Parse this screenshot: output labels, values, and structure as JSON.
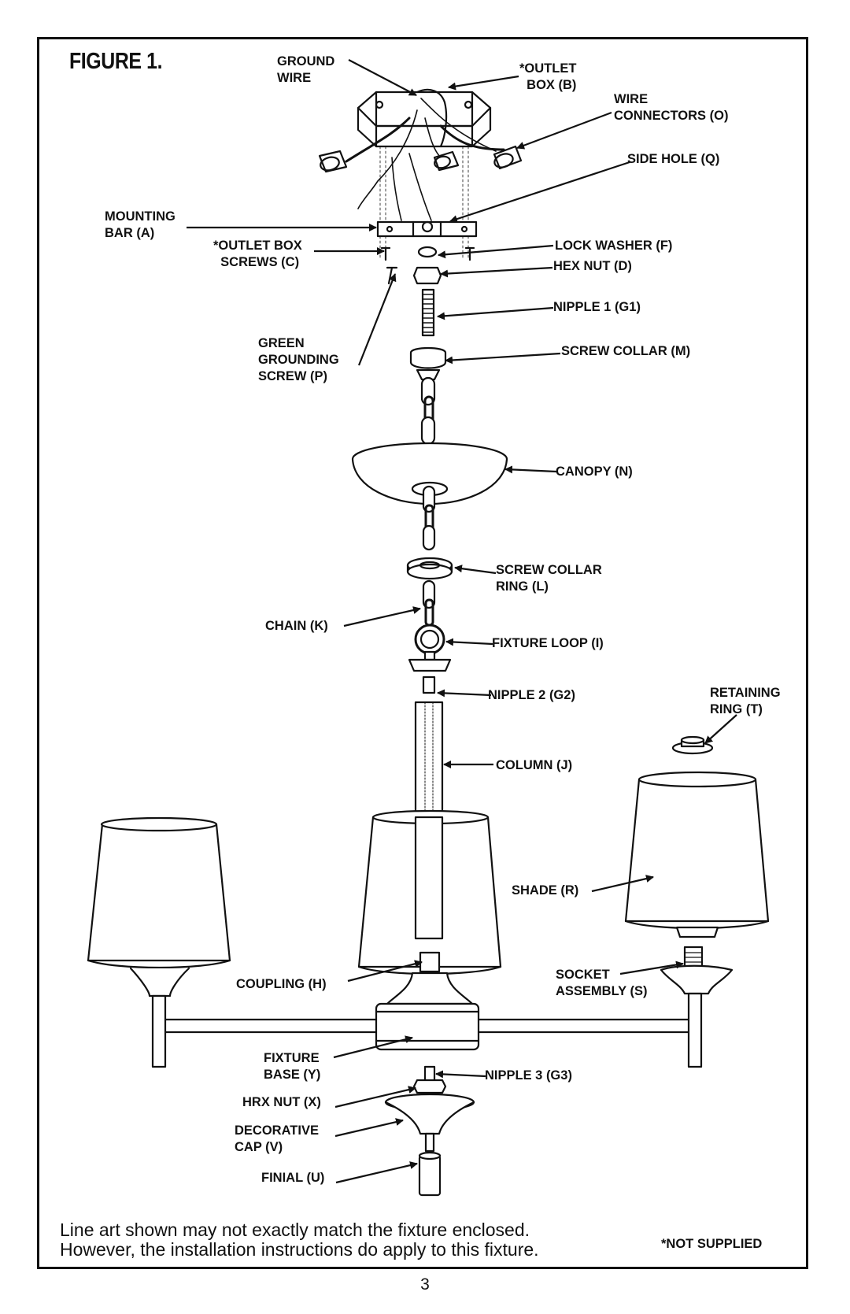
{
  "figure_title": "FIGURE 1.",
  "labels": {
    "ground_wire": "GROUND\nWIRE",
    "outlet_box": "*OUTLET\n  BOX (B)",
    "wire_connectors": "WIRE\nCONNECTORS (O)",
    "side_hole": "SIDE HOLE (Q)",
    "mounting_bar": "MOUNTING\nBAR (A)",
    "outlet_box_screws": "*OUTLET BOX\n  SCREWS (C)",
    "lock_washer": "LOCK WASHER (F)",
    "hex_nut": "HEX NUT (D)",
    "nipple_1": "NIPPLE 1 (G1)",
    "green_grounding_screw": "GREEN\nGROUNDING\nSCREW (P)",
    "screw_collar": "SCREW COLLAR (M)",
    "canopy": "CANOPY (N)",
    "screw_collar_ring": "SCREW COLLAR\nRING (L)",
    "chain": "CHAIN (K)",
    "fixture_loop": "FIXTURE LOOP (I)",
    "nipple_2": "NIPPLE 2 (G2)",
    "retaining_ring": "RETAINING\nRING (T)",
    "column": "COLUMN (J)",
    "shade": "SHADE (R)",
    "coupling": "COUPLING (H)",
    "socket_assembly": "SOCKET\nASSEMBLY (S)",
    "fixture_base": "FIXTURE\nBASE (Y)",
    "nipple_3": "NIPPLE 3 (G3)",
    "hrx_nut": "HRX NUT (X)",
    "decorative_cap": "DECORATIVE\nCAP (V)",
    "finial": "FINIAL (U)"
  },
  "footnote": {
    "line1": "Line art shown may not exactly match the fixture enclosed.",
    "line2": "However, the installation instructions do apply to this fixture.",
    "not_supplied": "*NOT SUPPLIED"
  },
  "page_number": "3"
}
